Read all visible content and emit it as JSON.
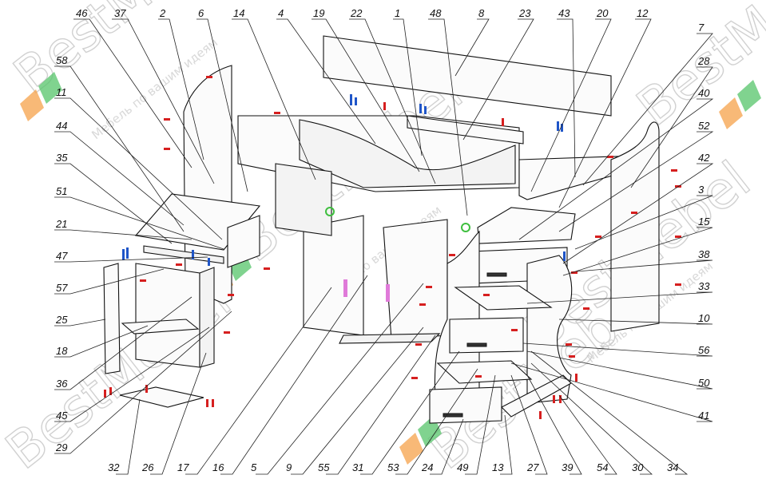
{
  "diagram": {
    "watermark": {
      "brand": "BestMebel",
      "slogan": "Мебель по вашим идеям"
    },
    "callouts": [
      {
        "id": "46",
        "side": "top"
      },
      {
        "id": "37",
        "side": "top"
      },
      {
        "id": "2",
        "side": "top"
      },
      {
        "id": "6",
        "side": "top"
      },
      {
        "id": "14",
        "side": "top"
      },
      {
        "id": "4",
        "side": "top"
      },
      {
        "id": "19",
        "side": "top"
      },
      {
        "id": "22",
        "side": "top"
      },
      {
        "id": "1",
        "side": "top"
      },
      {
        "id": "48",
        "side": "top"
      },
      {
        "id": "8",
        "side": "top"
      },
      {
        "id": "23",
        "side": "top"
      },
      {
        "id": "43",
        "side": "top"
      },
      {
        "id": "20",
        "side": "top"
      },
      {
        "id": "12",
        "side": "top"
      },
      {
        "id": "58",
        "side": "left"
      },
      {
        "id": "11",
        "side": "left"
      },
      {
        "id": "44",
        "side": "left"
      },
      {
        "id": "35",
        "side": "left"
      },
      {
        "id": "51",
        "side": "left"
      },
      {
        "id": "21",
        "side": "left"
      },
      {
        "id": "47",
        "side": "left"
      },
      {
        "id": "57",
        "side": "left"
      },
      {
        "id": "25",
        "side": "left"
      },
      {
        "id": "18",
        "side": "left"
      },
      {
        "id": "36",
        "side": "left"
      },
      {
        "id": "45",
        "side": "left"
      },
      {
        "id": "29",
        "side": "left"
      },
      {
        "id": "7",
        "side": "right"
      },
      {
        "id": "28",
        "side": "right"
      },
      {
        "id": "40",
        "side": "right"
      },
      {
        "id": "52",
        "side": "right"
      },
      {
        "id": "42",
        "side": "right"
      },
      {
        "id": "3",
        "side": "right"
      },
      {
        "id": "15",
        "side": "right"
      },
      {
        "id": "38",
        "side": "right"
      },
      {
        "id": "33",
        "side": "right"
      },
      {
        "id": "10",
        "side": "right"
      },
      {
        "id": "56",
        "side": "right"
      },
      {
        "id": "50",
        "side": "right"
      },
      {
        "id": "41",
        "side": "right"
      },
      {
        "id": "32",
        "side": "bottom"
      },
      {
        "id": "26",
        "side": "bottom"
      },
      {
        "id": "17",
        "side": "bottom"
      },
      {
        "id": "16",
        "side": "bottom"
      },
      {
        "id": "5",
        "side": "bottom"
      },
      {
        "id": "9",
        "side": "bottom"
      },
      {
        "id": "55",
        "side": "bottom"
      },
      {
        "id": "31",
        "side": "bottom"
      },
      {
        "id": "53",
        "side": "bottom"
      },
      {
        "id": "24",
        "side": "bottom"
      },
      {
        "id": "49",
        "side": "bottom"
      },
      {
        "id": "13",
        "side": "bottom"
      },
      {
        "id": "27",
        "side": "bottom"
      },
      {
        "id": "39",
        "side": "bottom"
      },
      {
        "id": "54",
        "side": "bottom"
      },
      {
        "id": "30",
        "side": "bottom"
      },
      {
        "id": "34",
        "side": "bottom"
      }
    ],
    "colors": {
      "line": "#111111",
      "fastener_red": "#d61f1f",
      "fastener_blue": "#1f55c8",
      "handle_pink": "#e07ad9",
      "green_part": "#3fbf3f",
      "watermark_orange": "#f5a24a",
      "watermark_green": "#55c46a"
    }
  }
}
